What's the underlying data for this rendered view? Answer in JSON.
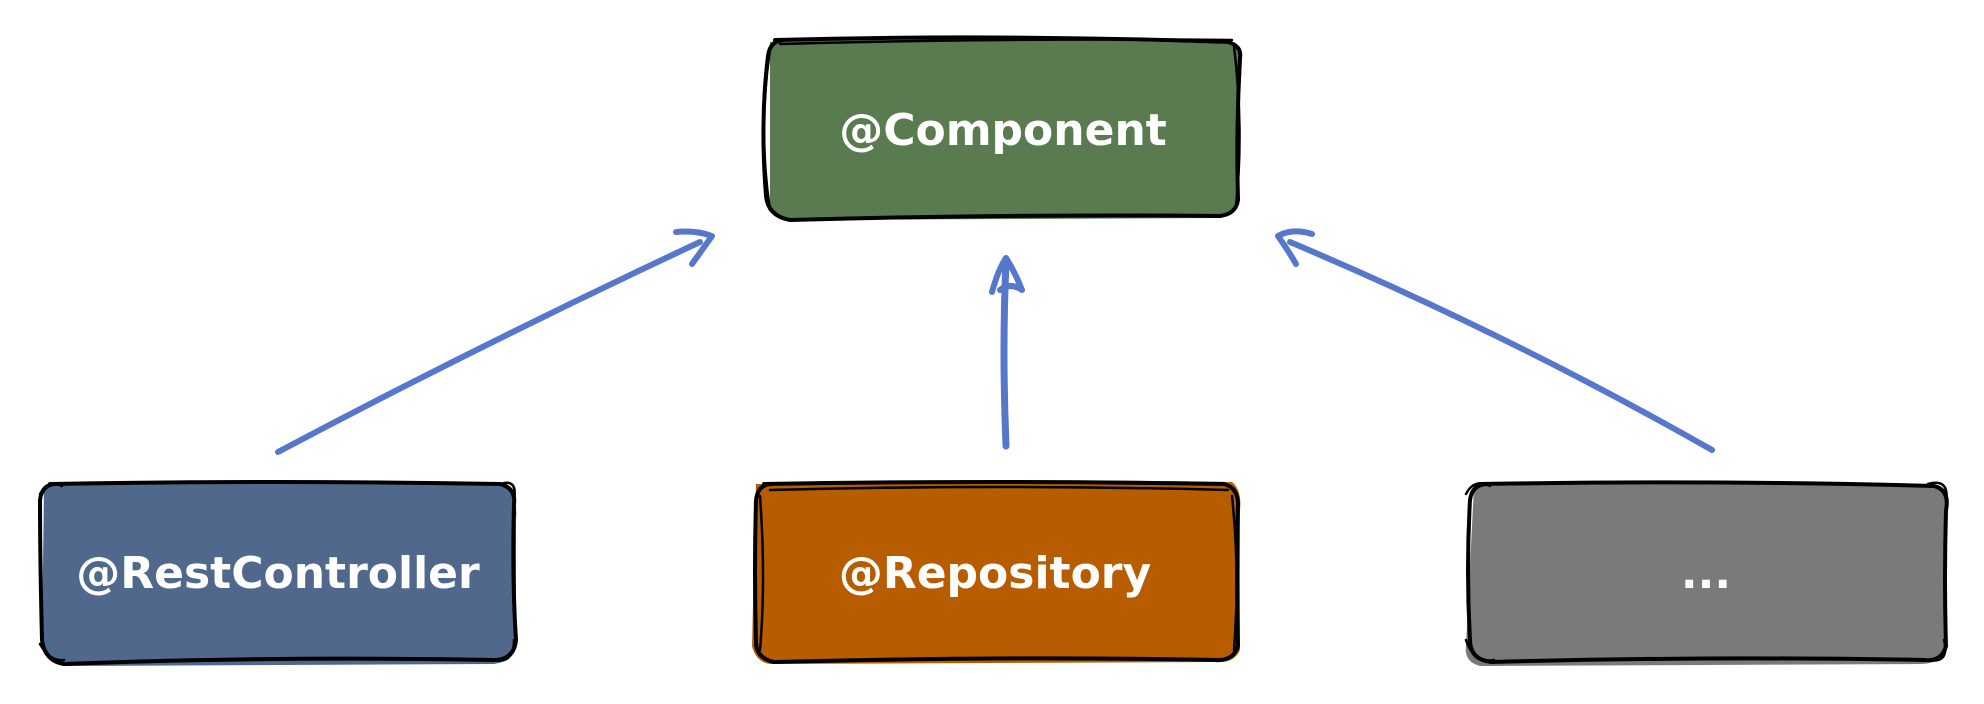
{
  "diagram": {
    "type": "inheritance-hierarchy",
    "nodes": [
      {
        "id": "component",
        "label": "@Component",
        "fill": "#5a7a50"
      },
      {
        "id": "restcontroller",
        "label": "@RestController",
        "fill": "#4f688c"
      },
      {
        "id": "repository",
        "label": "@Repository",
        "fill": "#b85c00"
      },
      {
        "id": "more",
        "label": "...",
        "fill": "#7a7a7a"
      }
    ],
    "edges": [
      {
        "from": "restcontroller",
        "to": "component"
      },
      {
        "from": "repository",
        "to": "component"
      },
      {
        "from": "more",
        "to": "component"
      }
    ],
    "edge_color": "#5577cc",
    "stroke_color": "#000000"
  }
}
